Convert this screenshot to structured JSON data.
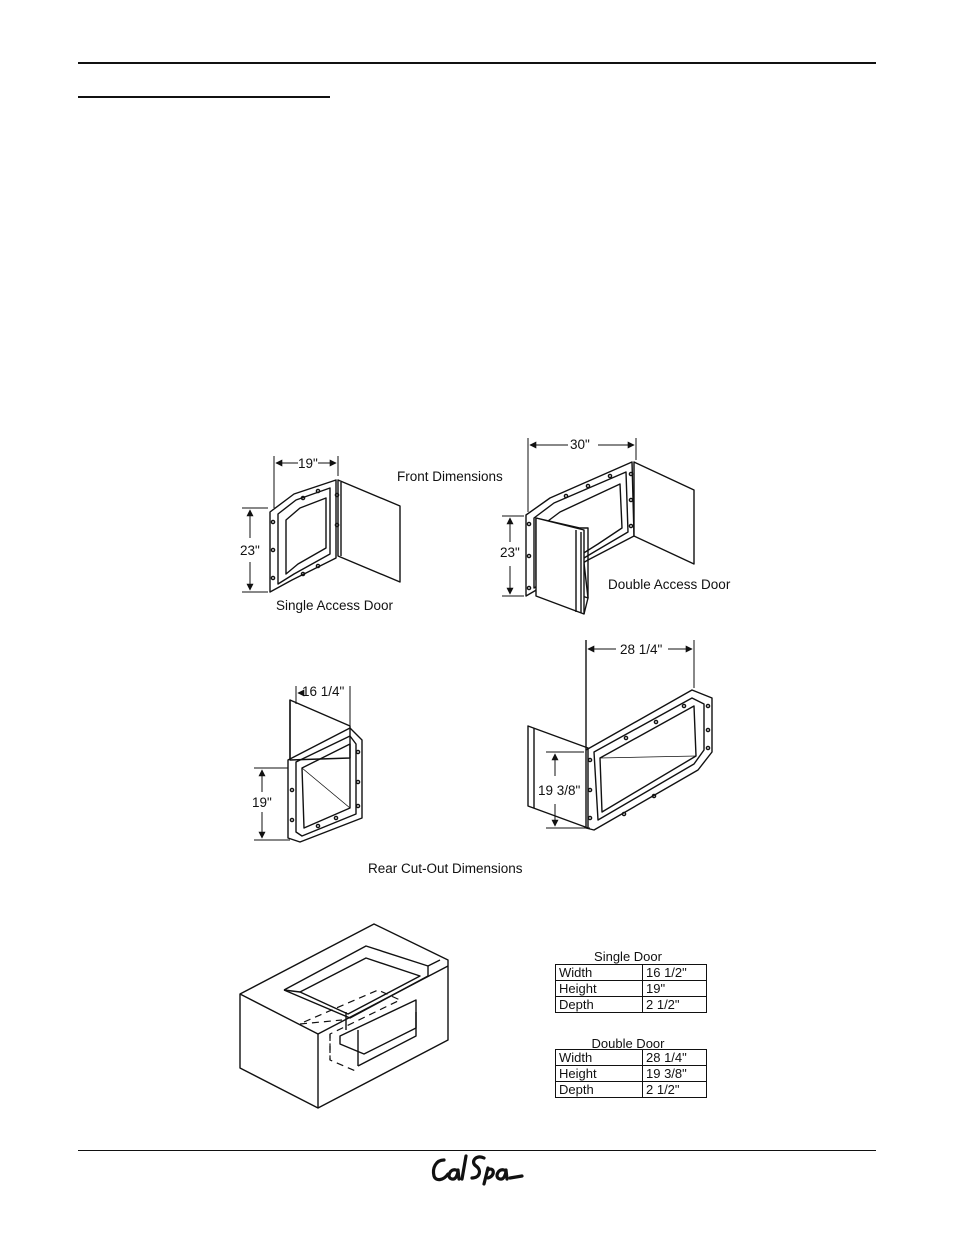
{
  "labels": {
    "front_dimensions": "Front Dimensions",
    "single_access_door": "Single Access Door",
    "double_access_door": "Double Access Door",
    "rear_cutout_dimensions": "Rear Cut-Out Dimensions"
  },
  "dimensions": {
    "single_front_width": "19\"",
    "single_front_height": "23\"",
    "double_front_width": "30\"",
    "double_front_height": "23\"",
    "single_rear_width": "16 1/4\"",
    "single_rear_height": "19\"",
    "double_rear_width": "28 1/4\"",
    "double_rear_height": "19 3/8\""
  },
  "single_door_table": {
    "title": "Single Door",
    "rows": [
      {
        "label": "Width",
        "value": "16 1/2\""
      },
      {
        "label": "Height",
        "value": "19\""
      },
      {
        "label": "Depth",
        "value": "2 1/2\""
      }
    ]
  },
  "double_door_table": {
    "title": "Double Door",
    "rows": [
      {
        "label": "Width",
        "value": "28 1/4\""
      },
      {
        "label": "Height",
        "value": "19 3/8\""
      },
      {
        "label": "Depth",
        "value": "2 1/2\""
      }
    ]
  },
  "footer": {
    "logo_text": "Cal Spas"
  }
}
